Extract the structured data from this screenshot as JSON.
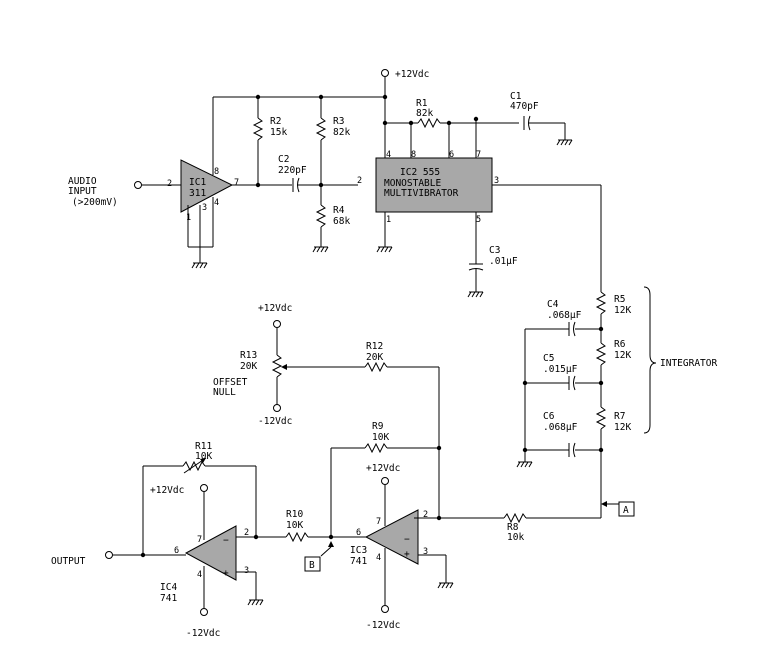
{
  "labels": {
    "supply_pos": "+12Vdc",
    "supply_neg": "-12Vdc",
    "audio_input_1": "AUDIO",
    "audio_input_2": "INPUT",
    "audio_input_3": "(>200mV)",
    "offset_1": "OFFSET",
    "offset_2": "NULL",
    "integrator": "INTEGRATOR",
    "output": "OUTPUT"
  },
  "ic1": {
    "name": "IC1",
    "part": "311",
    "pins": {
      "in": "2",
      "out": "7",
      "v": "8",
      "g1": "1",
      "g3": "3",
      "g4": "4"
    }
  },
  "ic2": {
    "line1": "IC2 555",
    "line2": "MONOSTABLE",
    "line3": "MULTIVIBRATOR",
    "pins": {
      "p4": "4",
      "p8": "8",
      "p6": "6",
      "p7": "7",
      "p2": "2",
      "p3": "3",
      "p1": "1",
      "p5": "5"
    }
  },
  "ic3": {
    "name": "IC3",
    "part": "741",
    "pins": {
      "inv": "6",
      "noninv": "3",
      "out": "2",
      "vp": "7",
      "vn": "4"
    }
  },
  "ic4": {
    "name": "IC4",
    "part": "741",
    "pins": {
      "inv": "2",
      "noninv": "3",
      "out": "6",
      "vp": "7",
      "vn": "4"
    }
  },
  "components": {
    "r1": {
      "name": "R1",
      "value": "82k"
    },
    "r2": {
      "name": "R2",
      "value": "15k"
    },
    "r3": {
      "name": "R3",
      "value": "82k"
    },
    "r4": {
      "name": "R4",
      "value": "68k"
    },
    "r5": {
      "name": "R5",
      "value": "12K"
    },
    "r6": {
      "name": "R6",
      "value": "12K"
    },
    "r7": {
      "name": "R7",
      "value": "12K"
    },
    "r8": {
      "name": "R8",
      "value": "10k"
    },
    "r9": {
      "name": "R9",
      "value": "10K"
    },
    "r10": {
      "name": "R10",
      "value": "10K"
    },
    "r11": {
      "name": "R11",
      "value": "10K"
    },
    "r12": {
      "name": "R12",
      "value": "20K"
    },
    "r13": {
      "name": "R13",
      "value": "20K"
    },
    "c1": {
      "name": "C1",
      "value": "470pF"
    },
    "c2": {
      "name": "C2",
      "value": "220pF"
    },
    "c3": {
      "name": "C3",
      "value": ".01µF"
    },
    "c4": {
      "name": "C4",
      "value": ".068µF"
    },
    "c5": {
      "name": "C5",
      "value": ".015µF"
    },
    "c6": {
      "name": "C6",
      "value": ".068µF"
    }
  },
  "markers": {
    "a": "A",
    "b": "B"
  }
}
